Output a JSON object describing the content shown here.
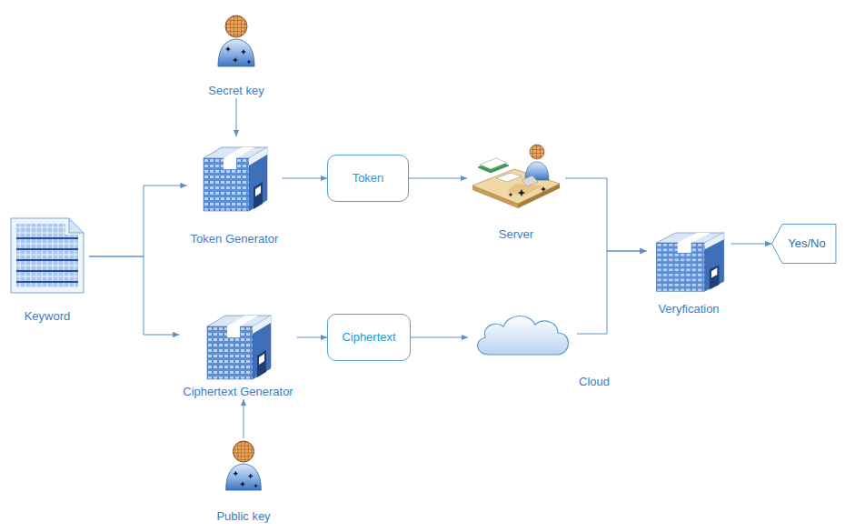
{
  "diagram": {
    "nodes": [
      {
        "text": [
          "Secret key"
        ]
      },
      {
        "text": [
          "Token Generator"
        ]
      },
      {
        "text": [
          "Token"
        ]
      },
      {
        "text": [
          "Server"
        ]
      },
      {
        "text": [
          "Keyword"
        ]
      },
      {
        "text": [
          "Ciphertext Generator"
        ]
      },
      {
        "text": [
          "Ciphertext"
        ]
      },
      {
        "text": [
          "Cloud"
        ]
      },
      {
        "text": [
          "Veryfication"
        ]
      },
      {
        "text": [
          "Yes/No"
        ]
      },
      {
        "text": [
          "Public key"
        ]
      }
    ],
    "edges": [
      {
        "from": 0,
        "to": 1,
        "arrow": "to"
      },
      {
        "from": 4,
        "to": 1,
        "arrow": "to"
      },
      {
        "from": 4,
        "to": 5,
        "arrow": "to"
      },
      {
        "from": 1,
        "to": 2,
        "arrow": "to"
      },
      {
        "from": 2,
        "to": 3,
        "arrow": "to"
      },
      {
        "from": 10,
        "to": 5,
        "arrow": "to"
      },
      {
        "from": 5,
        "to": 6,
        "arrow": "to"
      },
      {
        "from": 6,
        "to": 7,
        "arrow": "to"
      },
      {
        "from": 3,
        "to": 8,
        "arrow": "to"
      },
      {
        "from": 7,
        "to": 8,
        "arrow": "to"
      },
      {
        "from": 8,
        "to": 9,
        "arrow": "to"
      }
    ]
  }
}
